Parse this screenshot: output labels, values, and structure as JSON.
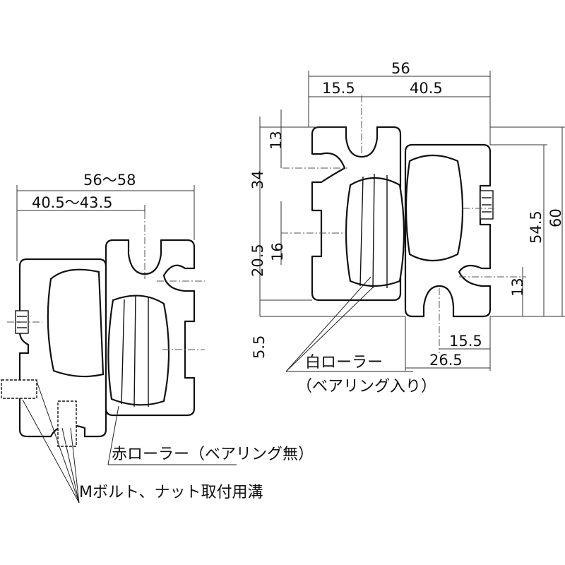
{
  "dimensions": {
    "left_total_width": "56～58",
    "left_offset": "40.5～43.5",
    "right_total_width": "56",
    "right_offset_15": "15.5",
    "right_offset_40": "40.5",
    "right_top_slot": "13",
    "right_height_34": "34",
    "right_16": "16",
    "right_20": "20.5",
    "right_5_5": "5.5",
    "right_54_5": "54.5",
    "right_60": "60",
    "right_bottom_slot": "13",
    "right_bottom_15": "15.5",
    "right_bottom_26": "26.5"
  },
  "labels": {
    "white_roller": "白ローラー",
    "white_roller_note": "（ベアリング入り）",
    "red_roller": "赤ローラー（ベアリング無）",
    "bolt_groove": "Mボルト、ナット取付用溝"
  }
}
